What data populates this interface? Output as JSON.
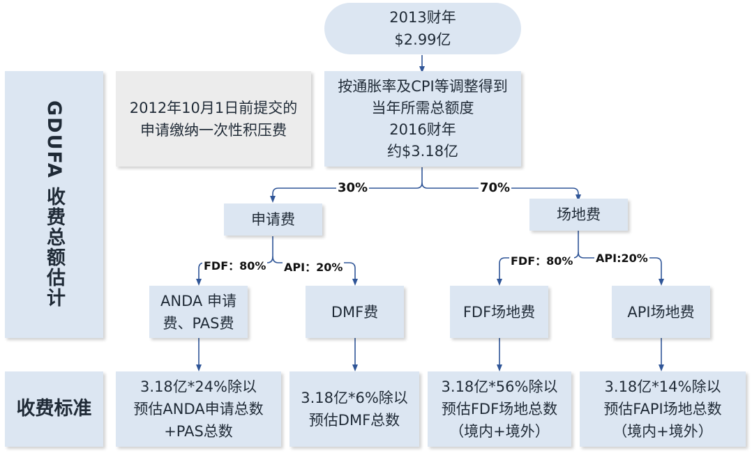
{
  "diagram": {
    "side_labels": {
      "main": "GDUFA 收费总额估计",
      "standard": "收费标准"
    },
    "top": {
      "text": "2013财年\n$2.99亿"
    },
    "note": {
      "text": "2012年10月1日前提交的\n申请缴纳一次性积压费"
    },
    "adjust": {
      "text": "按通胀率及CPI等调整得到\n当年所需总额度\n2016财年\n约$3.18亿"
    },
    "application_fee": {
      "text": "申请费"
    },
    "facility_fee": {
      "text": "场地费"
    },
    "splits": {
      "application_pct": "30%",
      "facility_pct": "70%",
      "app_fdf": "FDF：80%",
      "app_api": "API：20%",
      "fac_fdf": "FDF：80%",
      "fac_api": "API:20%"
    },
    "leaves": [
      {
        "text": "ANDA 申请\n费、PAS费"
      },
      {
        "text": "DMF费"
      },
      {
        "text": "FDF场地费"
      },
      {
        "text": "API场地费"
      }
    ],
    "standards": [
      {
        "text": "3.18亿*24%除以\n预估ANDA申请总数\n+PAS总数"
      },
      {
        "text": "3.18亿*6%除以\n预估DMF总数"
      },
      {
        "text": "3.18亿*56%除以\n预估FDF场地总数\n（境内+境外）"
      },
      {
        "text": "3.18亿*14%除以\n预估FAPI场地总数\n（境内+境外）"
      }
    ],
    "colors": {
      "box": "#dce6f2",
      "note": "#ececec",
      "arrow": "#2f5597"
    }
  }
}
